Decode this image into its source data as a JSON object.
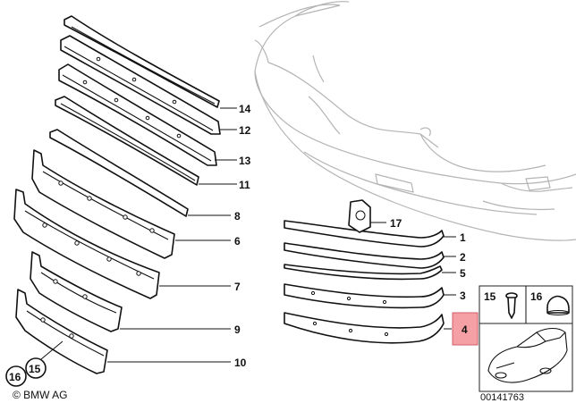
{
  "callouts": {
    "c1": "1",
    "c2": "2",
    "c3": "3",
    "c4": "4",
    "c5": "5",
    "c6": "6",
    "c7": "7",
    "c8": "8",
    "c9": "9",
    "c10": "10",
    "c11": "11",
    "c12": "12",
    "c13": "13",
    "c14": "14",
    "c17": "17"
  },
  "inset": {
    "left_num": "15",
    "right_num": "16"
  },
  "footer": {
    "circle_16": "16",
    "circle_15": "15",
    "copyright": "© BMW AG",
    "catalog_number": "00141763"
  },
  "highlight_color": "#f4a0a4"
}
